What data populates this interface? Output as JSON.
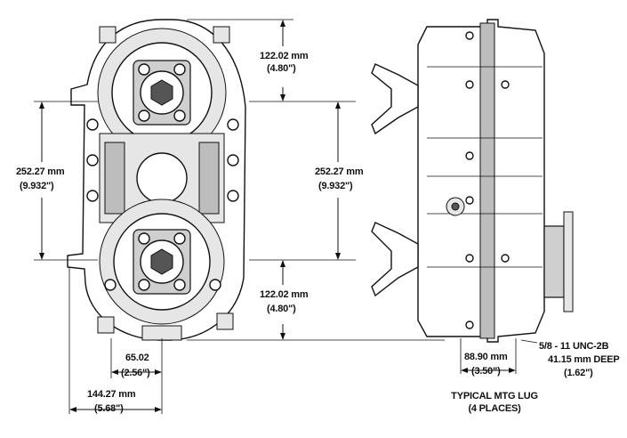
{
  "dimensions": {
    "top_offset": {
      "mm": "122.02 mm",
      "in": "(4.80\")"
    },
    "center_distance": {
      "mm": "252.27 mm",
      "in": "(9.932\")"
    },
    "center_distance_right": {
      "mm": "252.27 mm",
      "in": "(9.932\")"
    },
    "bottom_offset": {
      "mm": "122.02 mm",
      "in": "(4.80\")"
    },
    "lug_offset": {
      "mm": "65.02",
      "in": "(2.56\")"
    },
    "half_width": {
      "mm": "144.27 mm",
      "in": "(5.68\")"
    },
    "side_depth": {
      "mm": "88.90 mm",
      "in": "(3.50\")"
    }
  },
  "thread_note": {
    "line1": "5/8 - 11 UNC-2B",
    "line2": "41.15 mm DEEP",
    "line3": "(1.62\")"
  },
  "lug_note": {
    "line1": "TYPICAL MTG LUG",
    "line2": "(4 PLACES)"
  }
}
